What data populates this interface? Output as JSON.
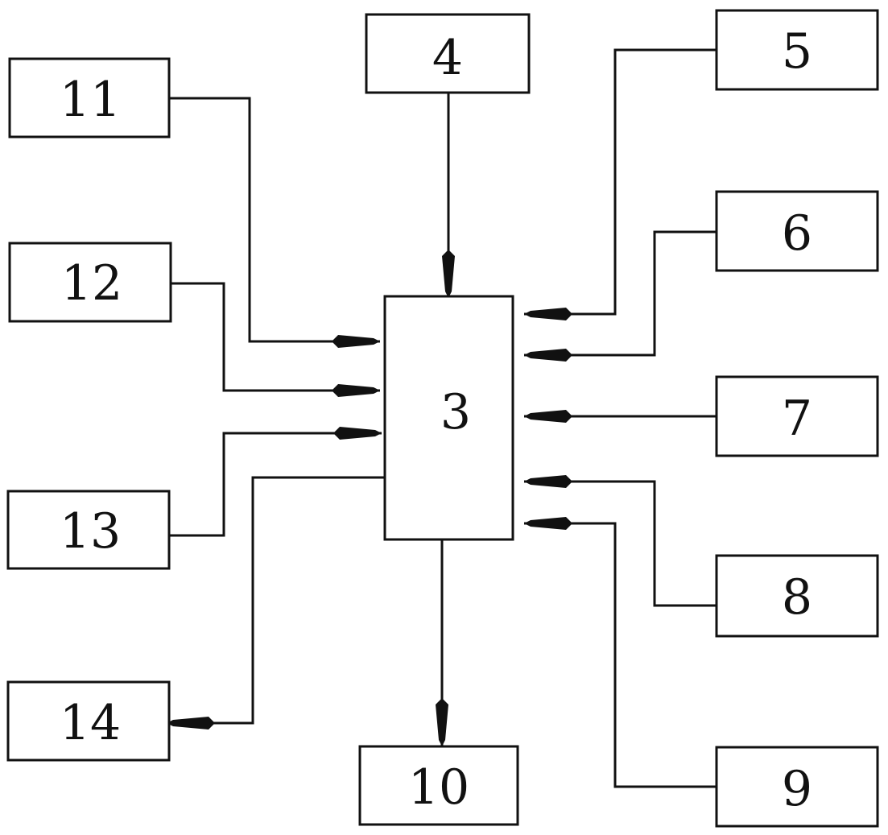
{
  "diagram": {
    "type": "block-diagram",
    "stroke_color": "#111111",
    "background_color": "#ffffff",
    "blocks": [
      {
        "id": "b3",
        "label": "3"
      },
      {
        "id": "b4",
        "label": "4"
      },
      {
        "id": "b5",
        "label": "5"
      },
      {
        "id": "b6",
        "label": "6"
      },
      {
        "id": "b7",
        "label": "7"
      },
      {
        "id": "b8",
        "label": "8"
      },
      {
        "id": "b9",
        "label": "9"
      },
      {
        "id": "b10",
        "label": "10"
      },
      {
        "id": "b11",
        "label": "11"
      },
      {
        "id": "b12",
        "label": "12"
      },
      {
        "id": "b13",
        "label": "13"
      },
      {
        "id": "b14",
        "label": "14"
      }
    ],
    "connections": [
      {
        "from": "4",
        "to": "3"
      },
      {
        "from": "5",
        "to": "3"
      },
      {
        "from": "6",
        "to": "3"
      },
      {
        "from": "7",
        "to": "3"
      },
      {
        "from": "8",
        "to": "3"
      },
      {
        "from": "9",
        "to": "3"
      },
      {
        "from": "11",
        "to": "3"
      },
      {
        "from": "12",
        "to": "3"
      },
      {
        "from": "13",
        "to": "3"
      },
      {
        "from": "3",
        "to": "14"
      },
      {
        "from": "3",
        "to": "10"
      }
    ]
  }
}
